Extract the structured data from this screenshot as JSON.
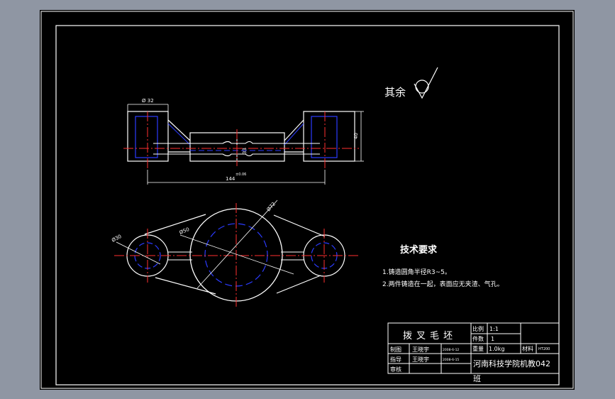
{
  "surface_roughness": {
    "label": "其余"
  },
  "dimensions": {
    "diameter_32": "Ø 32",
    "height_40": "40",
    "width_33": "33",
    "length_144": "144",
    "length_tolerance": "±0.06",
    "diameter_30": "Ø30",
    "diameter_50": "Ø50",
    "diameter_72": "Ø72"
  },
  "technical_requirements": {
    "title": "技术要求",
    "items": [
      "1.铸造圆角半径R3~5。",
      "2.两件铸造在一起，表面应无夹渣、气孔。"
    ]
  },
  "title_block": {
    "part_name": "拨叉毛坯",
    "scale_label": "比例",
    "scale_value": "1:1",
    "quantity_label": "件数",
    "quantity_value": "1",
    "weight_label": "重量",
    "weight_value": "1.0kg",
    "material_label": "材料",
    "material_value": "HT200",
    "drawn_label": "制图",
    "drawn_name": "王晓宇",
    "drawn_date": "2008-6-12",
    "checked_label": "指导",
    "checked_name": "王晓宇",
    "checked_date": "2008-6-15",
    "approved_label": "审核",
    "school": "河南科技学院机教042",
    "class_suffix": "班"
  },
  "colors": {
    "background": "#000000",
    "frame": "#ffffff",
    "centerline": "#ff3030",
    "hidden": "#2b3bff",
    "outer_gray": "#8f96a3"
  }
}
